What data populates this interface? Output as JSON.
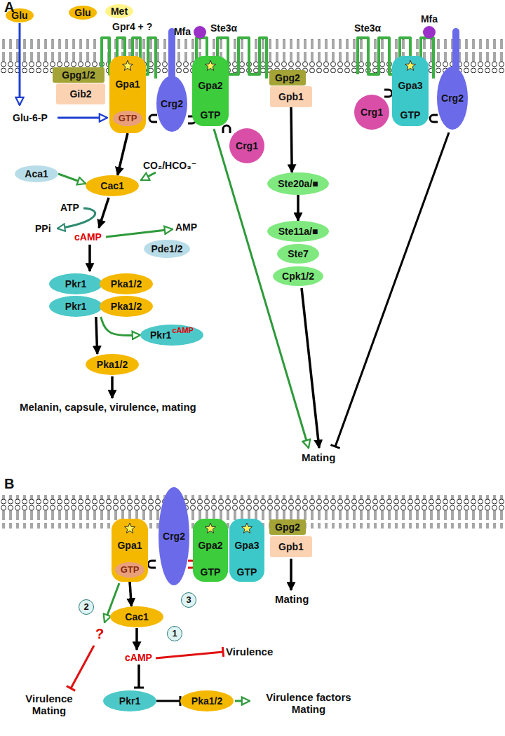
{
  "diagram": {
    "nodes": [
      {
        "text": [
          "Glu"
        ]
      },
      {
        "text": [
          "Glu"
        ]
      },
      {
        "text": [
          "Met"
        ]
      },
      {
        "text": [
          "Mfa"
        ]
      },
      {
        "text": [
          "Mfa"
        ]
      },
      {
        "text": [
          "Gpg1/2"
        ]
      },
      {
        "text": [
          "Gib2"
        ]
      },
      {
        "text": [
          "Gpa1"
        ]
      },
      {
        "text": [
          "GTP"
        ],
        "in": 7
      },
      {
        "text": [
          "Crg2"
        ]
      },
      {
        "text": [
          "Gpa2",
          "GTP"
        ]
      },
      {
        "text": [
          "Crg1"
        ]
      },
      {
        "text": [
          "Gpg2"
        ]
      },
      {
        "text": [
          "Gpb1"
        ]
      },
      {
        "text": [
          "Crg1"
        ]
      },
      {
        "text": [
          "Gpa3",
          "GTP"
        ]
      },
      {
        "text": [
          "Crg2"
        ]
      },
      {
        "text": [
          "Aca1"
        ]
      },
      {
        "text": [
          "Cac1"
        ]
      },
      {
        "text": [
          "Pde1/2"
        ]
      },
      {
        "text": [
          "Pkr1"
        ]
      },
      {
        "text": [
          "Pka1/2"
        ]
      },
      {
        "text": [
          "Pkr1"
        ]
      },
      {
        "text": [
          "Pka1/2"
        ]
      },
      {
        "text": [
          "Pkr1",
          "cAMP"
        ]
      },
      {
        "text": [
          "Pka1/2"
        ]
      },
      {
        "text": [
          "Ste20a/■"
        ]
      },
      {
        "text": [
          "Ste11a/■"
        ]
      },
      {
        "text": [
          "Ste7"
        ]
      },
      {
        "text": [
          "Cpk1/2"
        ]
      },
      {
        "text": [
          "Gpa1"
        ]
      },
      {
        "text": [
          "GTP"
        ],
        "in": 30
      },
      {
        "text": [
          "Crg2"
        ]
      },
      {
        "text": [
          "Gpa2",
          "GTP"
        ]
      },
      {
        "text": [
          "Gpa3",
          "GTP"
        ]
      },
      {
        "text": [
          "Gpg2"
        ]
      },
      {
        "text": [
          "Gpb1"
        ]
      },
      {
        "text": [
          "Cac1"
        ]
      },
      {
        "text": [
          "Pkr1"
        ]
      },
      {
        "text": [
          "Pka1/2"
        ]
      }
    ],
    "edges": [
      {
        "from": 7,
        "to": 18,
        "arrow": "to"
      },
      {
        "from": 17,
        "to": 18,
        "arrow": "to"
      },
      {
        "from": 22,
        "to": 25,
        "arrow": "to"
      },
      {
        "from": 22,
        "to": 24,
        "arrow": "to"
      },
      {
        "from": 13,
        "to": 26,
        "arrow": "to"
      },
      {
        "from": 26,
        "to": 27,
        "arrow": "to"
      },
      {
        "from": 30,
        "to": 37,
        "arrow": "to"
      },
      {
        "from": 38,
        "to": 39,
        "arrow": "to"
      }
    ],
    "labels": [
      "A",
      "Gpr4 + ?",
      "Ste3α",
      "Ste3α",
      "Glu-6-P",
      "CO₂/HCO₃⁻",
      "ATP",
      "PPi",
      "cAMP",
      "AMP",
      "Melanin, capsule, virulence, mating",
      "Mating",
      "B",
      "2",
      "?",
      "Virulence Mating",
      "3",
      "cAMP",
      "1",
      "Virulence",
      "Virulence factors Mating",
      "Mating"
    ]
  }
}
